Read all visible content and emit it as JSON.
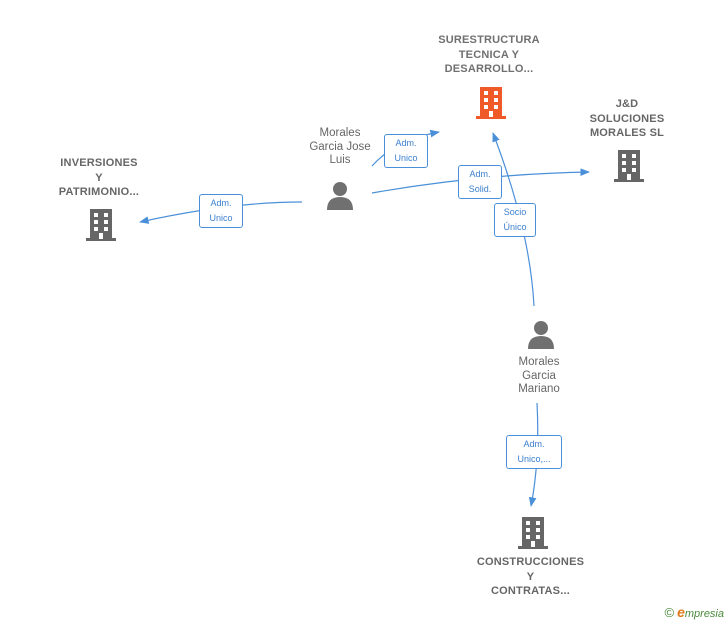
{
  "colors": {
    "edge": "#4a90d9",
    "company": "#666666",
    "company_highlight": "#f05a28",
    "person": "#707070"
  },
  "nodes": {
    "surestructura": {
      "label": "SURESTRUCTURA\nTECNICA Y\nDESARROLLO...",
      "kind": "company",
      "icon": "building-icon",
      "highlight": true
    },
    "jd": {
      "label": "J&D\nSOLUCIONES\nMORALES  SL",
      "kind": "company",
      "icon": "building-icon"
    },
    "inversiones": {
      "label": "INVERSIONES\nY\nPATRIMONIO...",
      "kind": "company",
      "icon": "building-icon"
    },
    "construcciones": {
      "label": "CONSTRUCCIONES\nY\nCONTRATAS...",
      "kind": "company",
      "icon": "building-icon"
    },
    "jose_luis": {
      "label": "Morales\nGarcia Jose\nLuis",
      "kind": "person",
      "icon": "person-icon"
    },
    "mariano": {
      "label": "Morales\nGarcia\nMariano",
      "kind": "person",
      "icon": "person-icon"
    }
  },
  "edges": [
    {
      "id": "e1",
      "from": "jose_luis",
      "to": "surestructura",
      "label": "Adm.\nUnico"
    },
    {
      "id": "e2",
      "from": "jose_luis",
      "to": "inversiones",
      "label": "Adm.\nUnico"
    },
    {
      "id": "e3",
      "from": "jose_luis",
      "to": "jd",
      "label": "Adm.\nSolid."
    },
    {
      "id": "e4",
      "from": "mariano",
      "to": "surestructura",
      "label": "Socio\nÚnico"
    },
    {
      "id": "e5",
      "from": "mariano",
      "to": "construcciones",
      "label": "Adm.\nUnico,..."
    }
  ],
  "footer": {
    "copyright": "©",
    "brand_first": "e",
    "brand_rest": "mpresia"
  }
}
